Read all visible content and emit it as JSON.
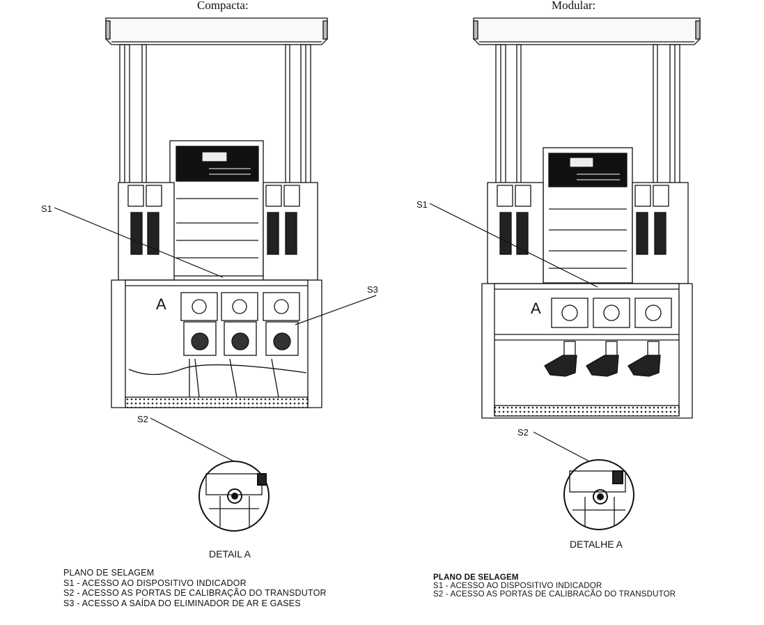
{
  "left_panel": {
    "title": "Compacta:",
    "callouts": {
      "s1": "S1",
      "s2": "S2",
      "s3": "S3"
    },
    "zone_letter": "A",
    "detail_label": "DETAIL A",
    "legend": {
      "heading": "PLANO DE SELAGEM",
      "lines": [
        "S1 - ACESSO AO DISPOSITIVO INDICADOR",
        "S2 - ACESSO AS PORTAS DE CALIBRAÇÃO DO TRANSDUTOR",
        "S3 - ACESSO A SAÍDA DO ELIMINADOR DE AR E GASES"
      ]
    }
  },
  "right_panel": {
    "title": "Modular:",
    "callouts": {
      "s1": "S1",
      "s2": "S2"
    },
    "zone_letter": "A",
    "detail_label": "DETALHE A",
    "legend": {
      "heading": "PLANO DE SELAGEM",
      "lines": [
        "S1 - ACESSO AO DISPOSITIVO INDICADOR",
        "S2 - ACESSO AS PORTAS DE CALIBRACÃO DO TRANSDUTOR"
      ]
    }
  }
}
